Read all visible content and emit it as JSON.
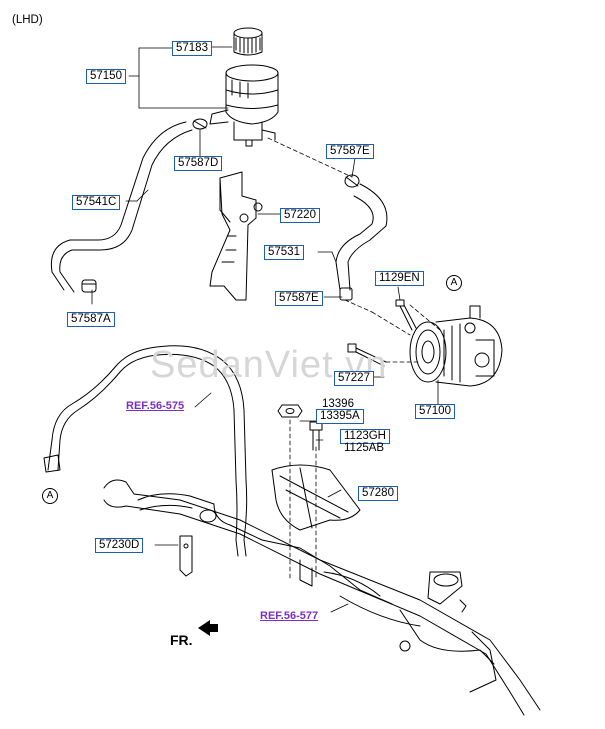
{
  "header": {
    "variant": "(LHD)"
  },
  "watermark": "SedanViet.vn",
  "direction": {
    "label": "FR."
  },
  "connector_marks": {
    "a_left": "A",
    "a_right": "A"
  },
  "refs": {
    "r1": "REF.56-575",
    "r2": "REF.56-577"
  },
  "parts": {
    "p57183": "57183",
    "p57150": "57150",
    "p57587D": "57587D",
    "p57587E_top": "57587E",
    "p57541C": "57541C",
    "p57220": "57220",
    "p57531": "57531",
    "p1129EN": "1129EN",
    "p57587E_mid": "57587E",
    "p57587A": "57587A",
    "p57227": "57227",
    "p57100": "57100",
    "p13396": "13396",
    "p13395A": "13395A",
    "p1123GH": "1123GH",
    "p1125AB": "1125AB",
    "p57280": "57280",
    "p57230D": "57230D"
  }
}
